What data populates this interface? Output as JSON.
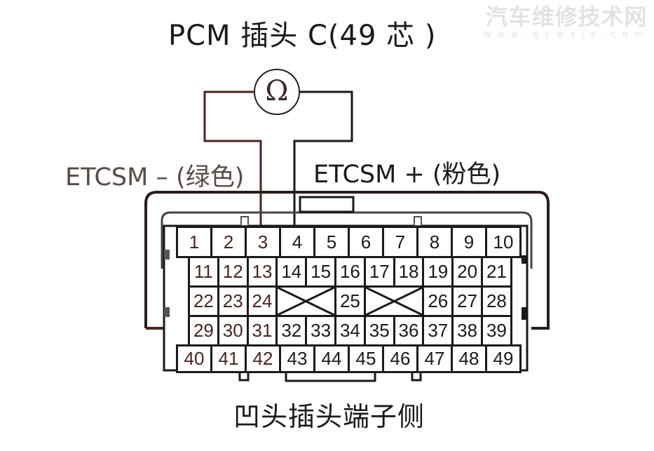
{
  "title": "PCM 插头 C(49 芯 )",
  "watermark": {
    "brand": "汽车维修技术网",
    "url": "www.qcwxjs.com"
  },
  "meter": {
    "symbol": "Ω",
    "icon": "ohmmeter-icon"
  },
  "probes": {
    "negative": {
      "label": "ETCSM – (绿色)",
      "pin": 3,
      "wire_color": "#4a2420"
    },
    "positive": {
      "label": "ETCSM + (粉色)",
      "pin": 4,
      "wire_color": "#1a1a1a"
    }
  },
  "caption": "凹头插头端子侧",
  "connector": {
    "rows": [
      {
        "pins": [
          "1",
          "2",
          "3",
          "4",
          "5",
          "6",
          "7",
          "8",
          "9",
          "10"
        ]
      },
      {
        "pins": [
          "11",
          "12",
          "13",
          "14",
          "15",
          "16",
          "17",
          "18",
          "19",
          "20",
          "21"
        ]
      },
      {
        "pins": [
          "22",
          "23",
          "24",
          "X",
          "25",
          "X",
          "26",
          "27",
          "28"
        ]
      },
      {
        "pins": [
          "29",
          "30",
          "31",
          "32",
          "33",
          "34",
          "35",
          "36",
          "37",
          "38",
          "39"
        ]
      },
      {
        "pins": [
          "40",
          "41",
          "42",
          "43",
          "44",
          "45",
          "46",
          "47",
          "48",
          "49"
        ]
      }
    ],
    "blank_positions": "X"
  }
}
